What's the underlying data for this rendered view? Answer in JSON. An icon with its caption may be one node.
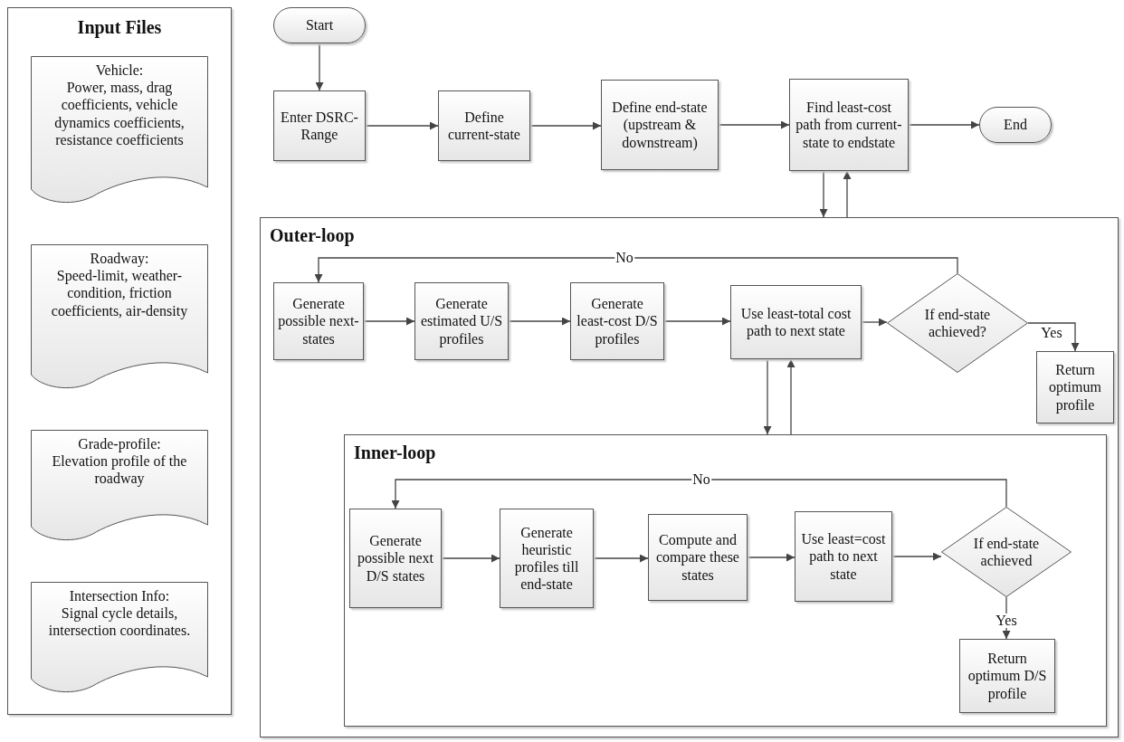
{
  "diagram": {
    "nodes": [
      {
        "text": [
          "Input Files"
        ]
      },
      {
        "text": [
          "Vehicle:",
          "Power, mass, drag coefficients, vehicle dynamics coefficients, resistance coefficients"
        ],
        "in": 0
      },
      {
        "text": [
          "Roadway:",
          "Speed-limit, weather-condition, friction coefficients, air-density"
        ],
        "in": 0
      },
      {
        "text": [
          "Grade-profile:",
          "Elevation profile of the roadway"
        ],
        "in": 0
      },
      {
        "text": [
          "Intersection Info:",
          "Signal cycle details, intersection coordinates."
        ],
        "in": 0
      },
      {
        "text": [
          "Start"
        ]
      },
      {
        "text": [
          "Enter DSRC-Range"
        ]
      },
      {
        "text": [
          "Define current-state"
        ]
      },
      {
        "text": [
          "Define end-state (upstream & downstream)"
        ]
      },
      {
        "text": [
          "Find least-cost path from current-state to endstate"
        ]
      },
      {
        "text": [
          "End"
        ]
      },
      {
        "text": [
          "Outer-loop"
        ]
      },
      {
        "text": [
          "Generate possible next-states"
        ],
        "in": 11
      },
      {
        "text": [
          "Generate estimated U/S profiles"
        ],
        "in": 11
      },
      {
        "text": [
          "Generate least-cost D/S profiles"
        ],
        "in": 11
      },
      {
        "text": [
          "Use least-total cost path to next state"
        ],
        "in": 11
      },
      {
        "text": [
          "If end-state achieved?"
        ],
        "in": 11
      },
      {
        "text": [
          "Return optimum profile"
        ],
        "in": 11
      },
      {
        "text": [
          "Inner-loop"
        ],
        "in": 11
      },
      {
        "text": [
          "Generate possible next D/S states"
        ],
        "in": 18
      },
      {
        "text": [
          "Generate heuristic profiles till end-state"
        ],
        "in": 18
      },
      {
        "text": [
          "Compute and compare these states"
        ],
        "in": 18
      },
      {
        "text": [
          "Use least=cost path to next state"
        ],
        "in": 18
      },
      {
        "text": [
          "If end-state achieved"
        ],
        "in": 18
      },
      {
        "text": [
          "Return optimum D/S profile"
        ],
        "in": 18
      }
    ],
    "edges": [
      {
        "from": 5,
        "to": 6,
        "arrow": "to"
      },
      {
        "from": 6,
        "to": 7,
        "arrow": "to"
      },
      {
        "from": 7,
        "to": 8,
        "arrow": "to"
      },
      {
        "from": 8,
        "to": 9,
        "arrow": "to"
      },
      {
        "from": 9,
        "to": 10,
        "arrow": "to"
      },
      {
        "from": 9,
        "to": 11,
        "arrow": "to"
      },
      {
        "from": 11,
        "to": 9,
        "arrow": "to"
      },
      {
        "from": 12,
        "to": 13,
        "arrow": "to"
      },
      {
        "from": 13,
        "to": 14,
        "arrow": "to"
      },
      {
        "from": 14,
        "to": 15,
        "arrow": "to"
      },
      {
        "from": 15,
        "to": 16,
        "arrow": "to"
      },
      {
        "from": 16,
        "to": 12,
        "arrow": "to",
        "label": "No"
      },
      {
        "from": 16,
        "to": 17,
        "arrow": "to",
        "label": "Yes"
      },
      {
        "from": 15,
        "to": 18,
        "arrow": "to"
      },
      {
        "from": 18,
        "to": 15,
        "arrow": "to"
      },
      {
        "from": 19,
        "to": 20,
        "arrow": "to"
      },
      {
        "from": 20,
        "to": 21,
        "arrow": "to"
      },
      {
        "from": 21,
        "to": 22,
        "arrow": "to"
      },
      {
        "from": 22,
        "to": 23,
        "arrow": "to"
      },
      {
        "from": 23,
        "to": 19,
        "arrow": "to",
        "label": "No"
      },
      {
        "from": 23,
        "to": 24,
        "arrow": "to",
        "label": "Yes"
      }
    ]
  }
}
